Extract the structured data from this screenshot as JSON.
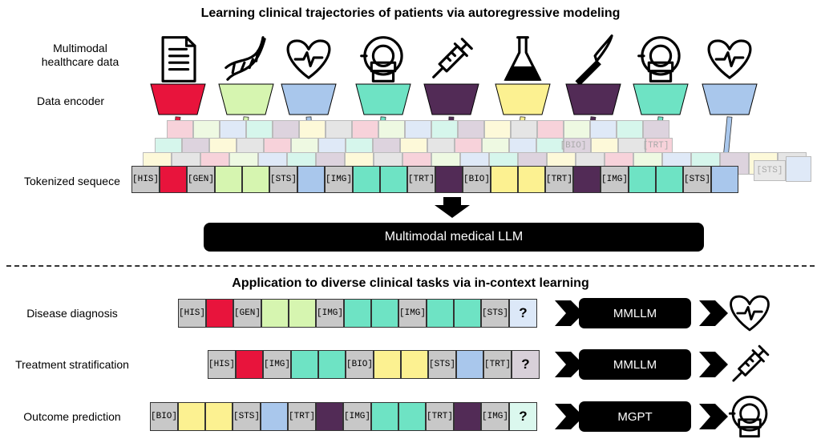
{
  "top_title": "Learning clinical trajectories of patients via autoregressive modeling",
  "labels": {
    "multimodal": "Multimodal\nhealthcare data",
    "encoder": "Data encoder",
    "tokenized": "Tokenized sequece"
  },
  "llm_label": "Multimodal medical LLM",
  "bottom_title": "Application to diverse clinical tasks via in-context learning",
  "colors": {
    "red": "#e8143c",
    "lightgreen": "#d6f5b0",
    "blue": "#a9c7ec",
    "teal": "#6ee3c4",
    "purple": "#522b56",
    "yellow": "#fcf191",
    "gray": "#c8c8c8"
  },
  "icons": [
    "document-icon",
    "dna-icon",
    "heart-icon",
    "mri-scanner-icon",
    "syringe-icon",
    "flask-icon",
    "scalpel-icon",
    "mri-scanner-icon",
    "heart-icon"
  ],
  "encoder_colors": [
    "red",
    "lightgreen",
    "blue",
    "teal",
    "purple",
    "yellow",
    "purple",
    "teal",
    "blue"
  ],
  "sequence_tokens": [
    "[HIS]",
    "[GEN]",
    "[STS]",
    "[IMG]",
    "[TRT]",
    "[BIO]",
    "[TRT]",
    "[IMG]",
    "[STS]"
  ],
  "ghost_tokens": [
    "[BIO]",
    "[TRT]",
    "[STS]"
  ],
  "tasks": [
    {
      "label": "Disease diagnosis",
      "tokens": [
        "[HIS]",
        "[GEN]",
        "[IMG]",
        "[IMG]",
        "[STS]"
      ],
      "model": "MMLLM",
      "query": "?",
      "output_icon": "heart-icon"
    },
    {
      "label": "Treatment stratification",
      "tokens": [
        "[HIS]",
        "[IMG]",
        "[BIO]",
        "[STS]",
        "[TRT]"
      ],
      "model": "MMLLM",
      "query": "?",
      "output_icon": "syringe-icon"
    },
    {
      "label": "Outcome prediction",
      "tokens": [
        "[BIO]",
        "[STS]",
        "[TRT]",
        "[IMG]",
        "[TRT]",
        "[IMG]"
      ],
      "model": "MGPT",
      "query": "?",
      "output_icon": "mri-scanner-icon"
    }
  ]
}
